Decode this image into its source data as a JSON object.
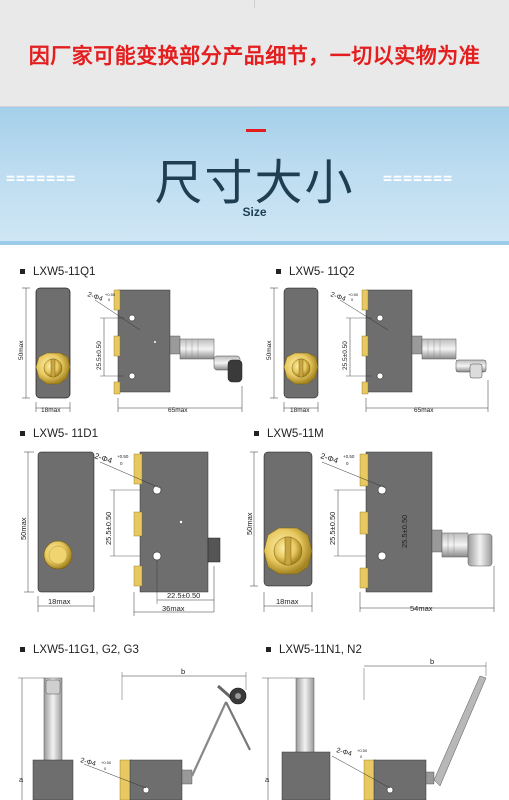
{
  "notice": {
    "text": "因厂家可能变换部分产品细节，一切以实物为准"
  },
  "banner": {
    "title": "尺寸大小",
    "subtitle": "Size",
    "dashes": "======="
  },
  "models": [
    {
      "label": "LXW5-11Q1",
      "dims": {
        "width": "18max",
        "length": "65max",
        "height": "50max",
        "hole": "25.5±0.50",
        "screw": "2-Φ4",
        "tol_top": "+0.50",
        "tol_bot": "0"
      }
    },
    {
      "label": "LXW5- 11Q2",
      "dims": {
        "width": "18max",
        "length": "65max",
        "height": "50max",
        "hole": "25.5±0.50",
        "screw": "2-Φ4",
        "tol_top": "+0.50",
        "tol_bot": "0"
      }
    },
    {
      "label": "LXW5- 11D1",
      "dims": {
        "width": "18max",
        "length": "36max",
        "height": "50max",
        "hole": "25.5±0.50",
        "screw": "2-Φ4",
        "tol_top": "+0.50",
        "tol_bot": "0",
        "offset": "22.5±0.50"
      }
    },
    {
      "label": "LXW5-11M",
      "dims": {
        "width": "18max",
        "length": "54max",
        "height": "50max",
        "hole": "25.5±0.50",
        "screw": "2-Φ4",
        "tol_top": "+0.50",
        "tol_bot": "0"
      }
    },
    {
      "label": "LXW5-11G1, G2, G3",
      "dims": {
        "a": "a",
        "b": "b",
        "screw": "2-Φ4",
        "tol_top": "+0.50",
        "tol_bot": "0"
      }
    },
    {
      "label": "LXW5-11N1, N2",
      "dims": {
        "a": "a",
        "b": "b",
        "screw": "2-Φ4",
        "tol_top": "+0.50",
        "tol_bot": "0"
      }
    }
  ],
  "colors": {
    "notice_red": "#e41e1e",
    "title_dark": "#1f3e52",
    "body_gray": "#6e6e6e",
    "terminal_gold": "#e8c860"
  }
}
